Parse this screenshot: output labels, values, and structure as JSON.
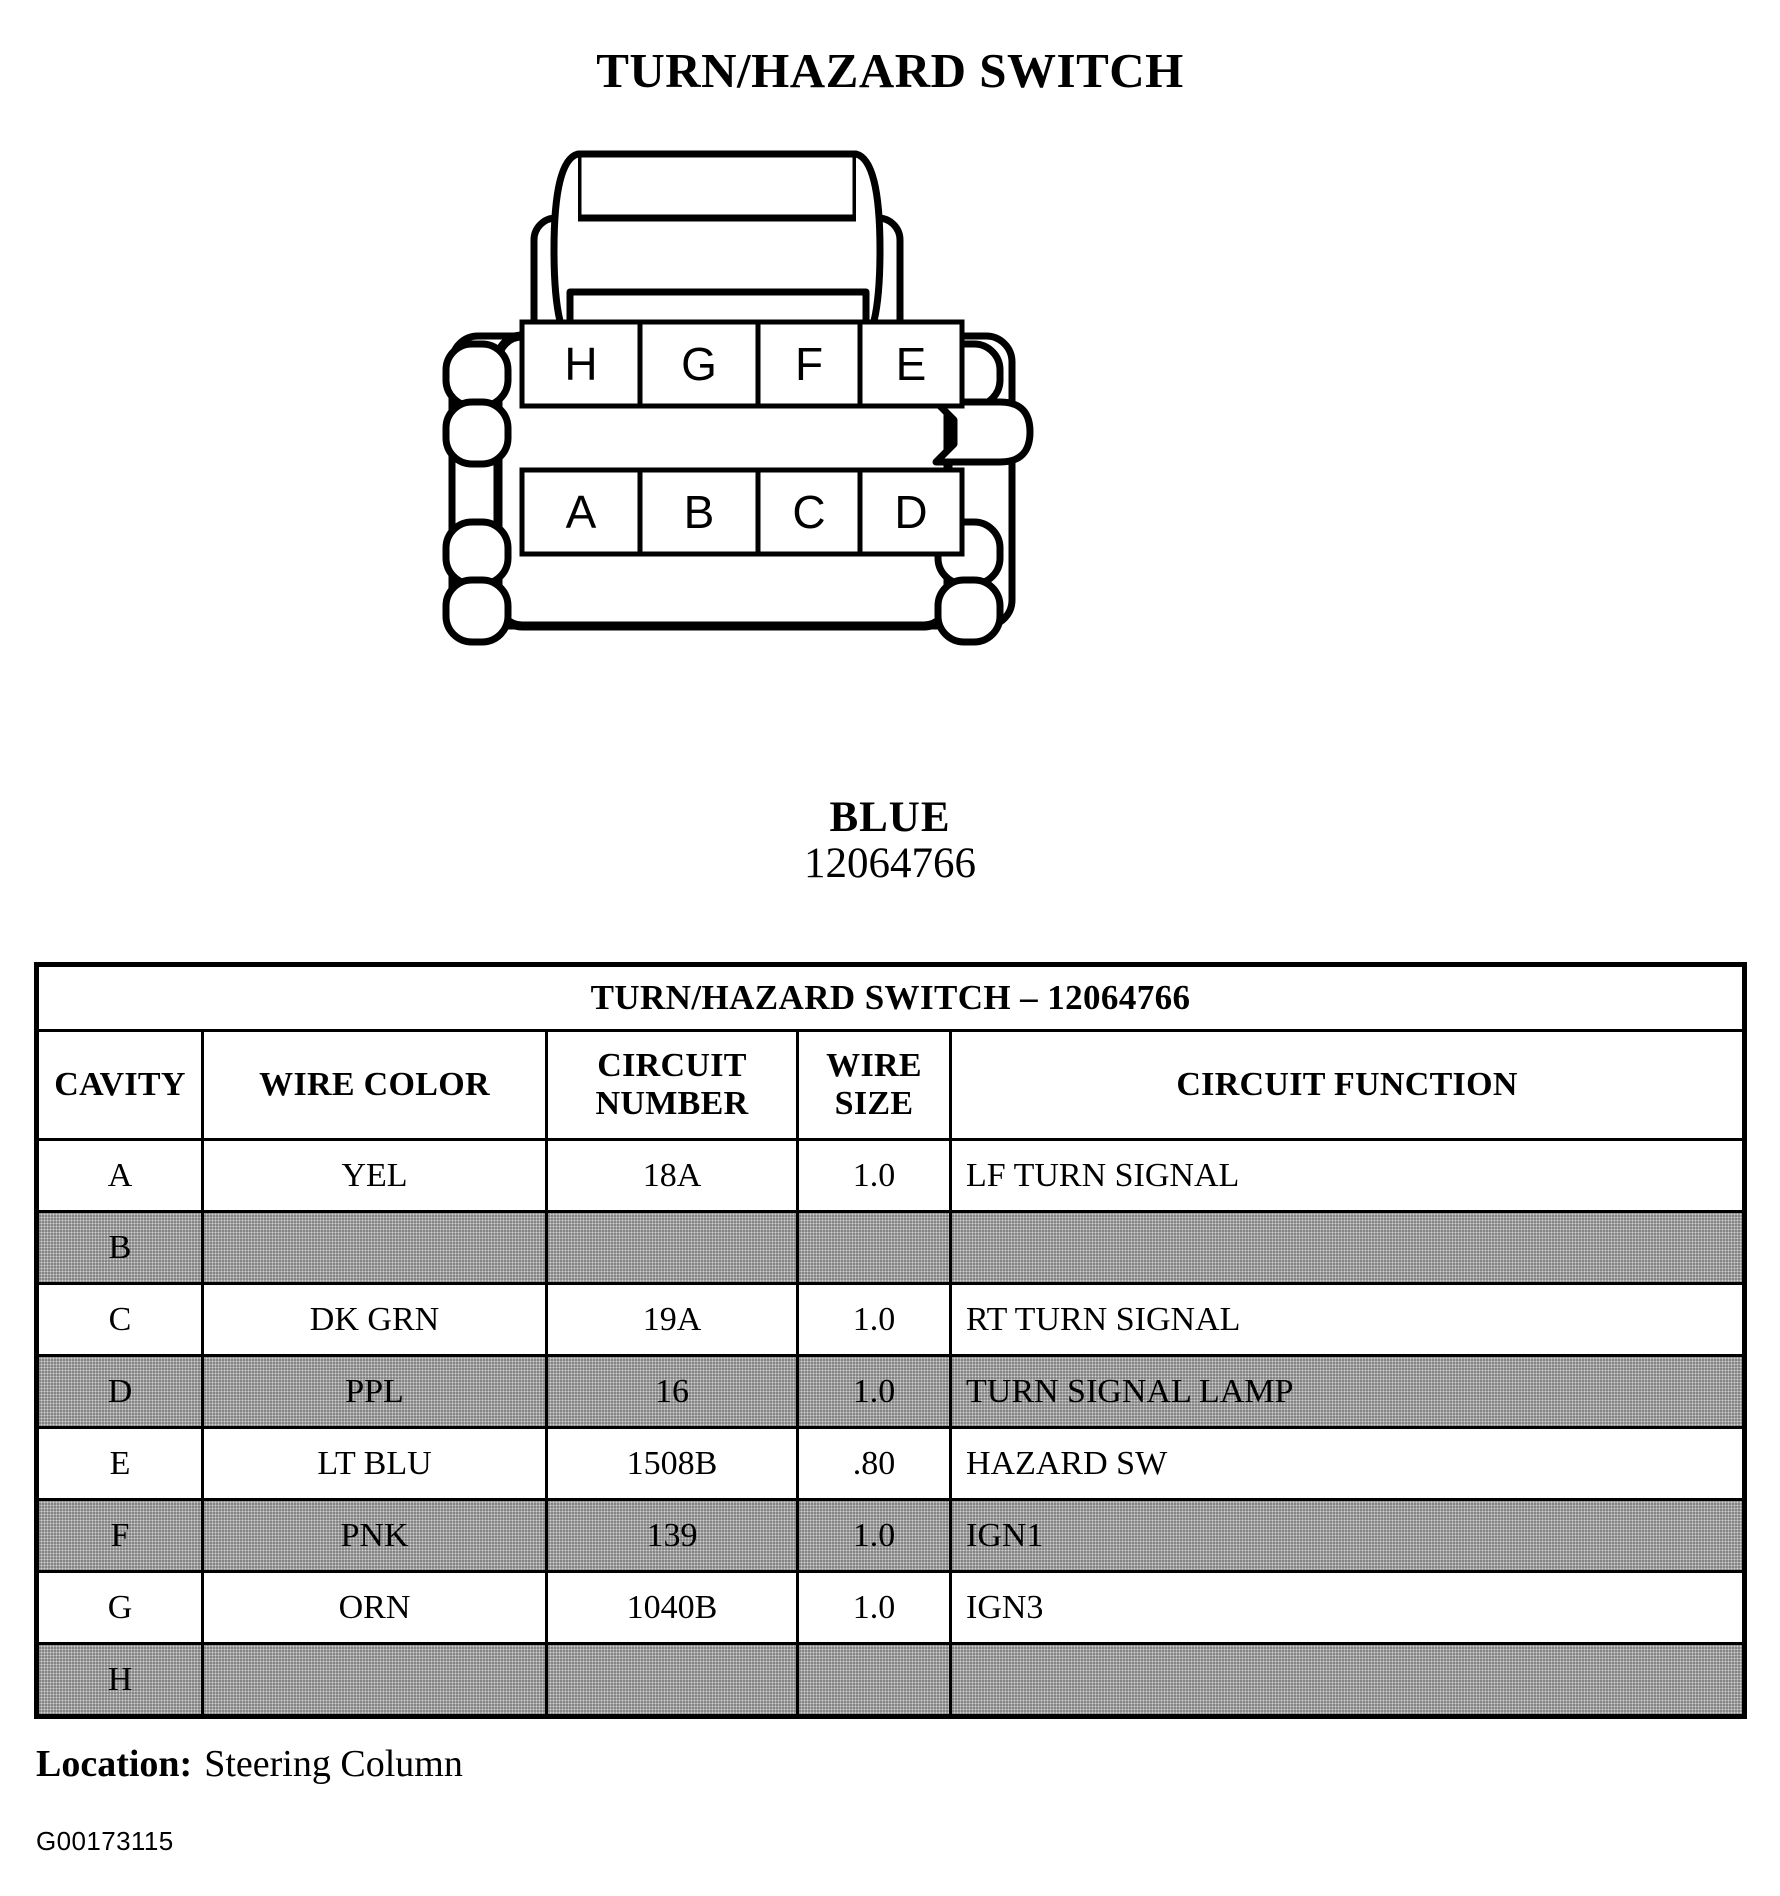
{
  "page": {
    "title": "TURN/HAZARD SWITCH",
    "figure_id": "G00173115"
  },
  "connector": {
    "color_label": "BLUE",
    "part_number": "12064766",
    "pin_rows": [
      {
        "row": "top",
        "pins": [
          "H",
          "G",
          "F",
          "E"
        ]
      },
      {
        "row": "bottom",
        "pins": [
          "A",
          "B",
          "C",
          "D"
        ]
      }
    ],
    "colors": {
      "outline": "#000000",
      "fill": "#ffffff"
    }
  },
  "table": {
    "title": "TURN/HAZARD SWITCH – 12064766",
    "columns": [
      "CAVITY",
      "WIRE COLOR",
      "CIRCUIT NUMBER",
      "WIRE SIZE",
      "CIRCUIT FUNCTION"
    ],
    "column_head_lines": [
      [
        "CAVITY"
      ],
      [
        "WIRE COLOR"
      ],
      [
        "CIRCUIT",
        "NUMBER"
      ],
      [
        "WIRE",
        "SIZE"
      ],
      [
        "CIRCUIT FUNCTION"
      ]
    ],
    "rows": [
      {
        "cavity": "A",
        "wire_color": "YEL",
        "circuit_number": "18A",
        "wire_size": "1.0",
        "circuit_function": "LF TURN SIGNAL",
        "shaded": false
      },
      {
        "cavity": "B",
        "wire_color": "",
        "circuit_number": "",
        "wire_size": "",
        "circuit_function": "",
        "shaded": true
      },
      {
        "cavity": "C",
        "wire_color": "DK GRN",
        "circuit_number": "19A",
        "wire_size": "1.0",
        "circuit_function": "RT TURN SIGNAL",
        "shaded": false
      },
      {
        "cavity": "D",
        "wire_color": "PPL",
        "circuit_number": "16",
        "wire_size": "1.0",
        "circuit_function": "TURN SIGNAL LAMP",
        "shaded": true
      },
      {
        "cavity": "E",
        "wire_color": "LT BLU",
        "circuit_number": "1508B",
        "wire_size": ".80",
        "circuit_function": "HAZARD SW",
        "shaded": false
      },
      {
        "cavity": "F",
        "wire_color": "PNK",
        "circuit_number": "139",
        "wire_size": "1.0",
        "circuit_function": "IGN1",
        "shaded": true
      },
      {
        "cavity": "G",
        "wire_color": "ORN",
        "circuit_number": "1040B",
        "wire_size": "1.0",
        "circuit_function": "IGN3",
        "shaded": false
      },
      {
        "cavity": "H",
        "wire_color": "",
        "circuit_number": "",
        "wire_size": "",
        "circuit_function": "",
        "shaded": true
      }
    ]
  },
  "footer": {
    "location_label": "Location:",
    "location_value": "Steering Column"
  }
}
